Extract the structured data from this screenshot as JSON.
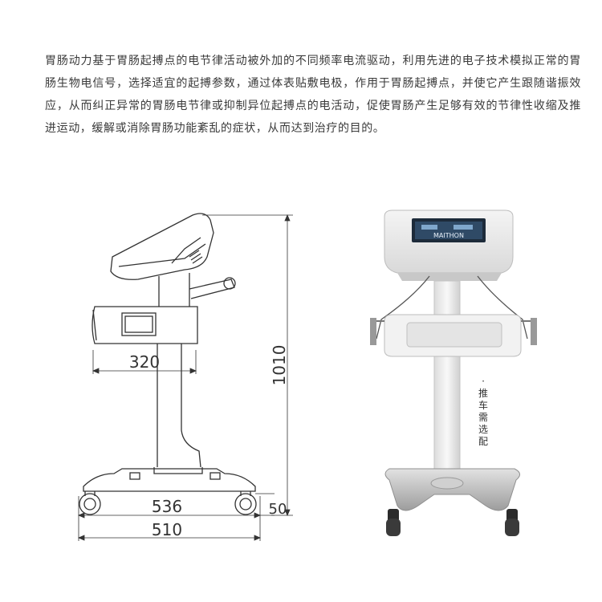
{
  "description": "胃肠动力基于胃肠起搏点的电节律活动被外加的不同频率电流驱动，利用先进的电子技术模拟正常的胃肠生物电信号，选择适宜的起搏参数，通过体表贴敷电极，作用于胃肠起搏点，并使它产生跟随谐振效应，从而纠正异常的胃肠电节律或抑制异位起搏点的电活动，促使胃肠产生足够有效的节律性收缩及推进运动，缓解或消除胃肠功能紊乱的症状，从而达到治疗的目的。",
  "dimensions": {
    "height": "1010",
    "handle_depth": "320",
    "base_inner": "536",
    "base_outer": "510",
    "wheel_height": "50"
  },
  "device": {
    "brand": "MAITHON"
  },
  "note": "· 推车需选配"
}
